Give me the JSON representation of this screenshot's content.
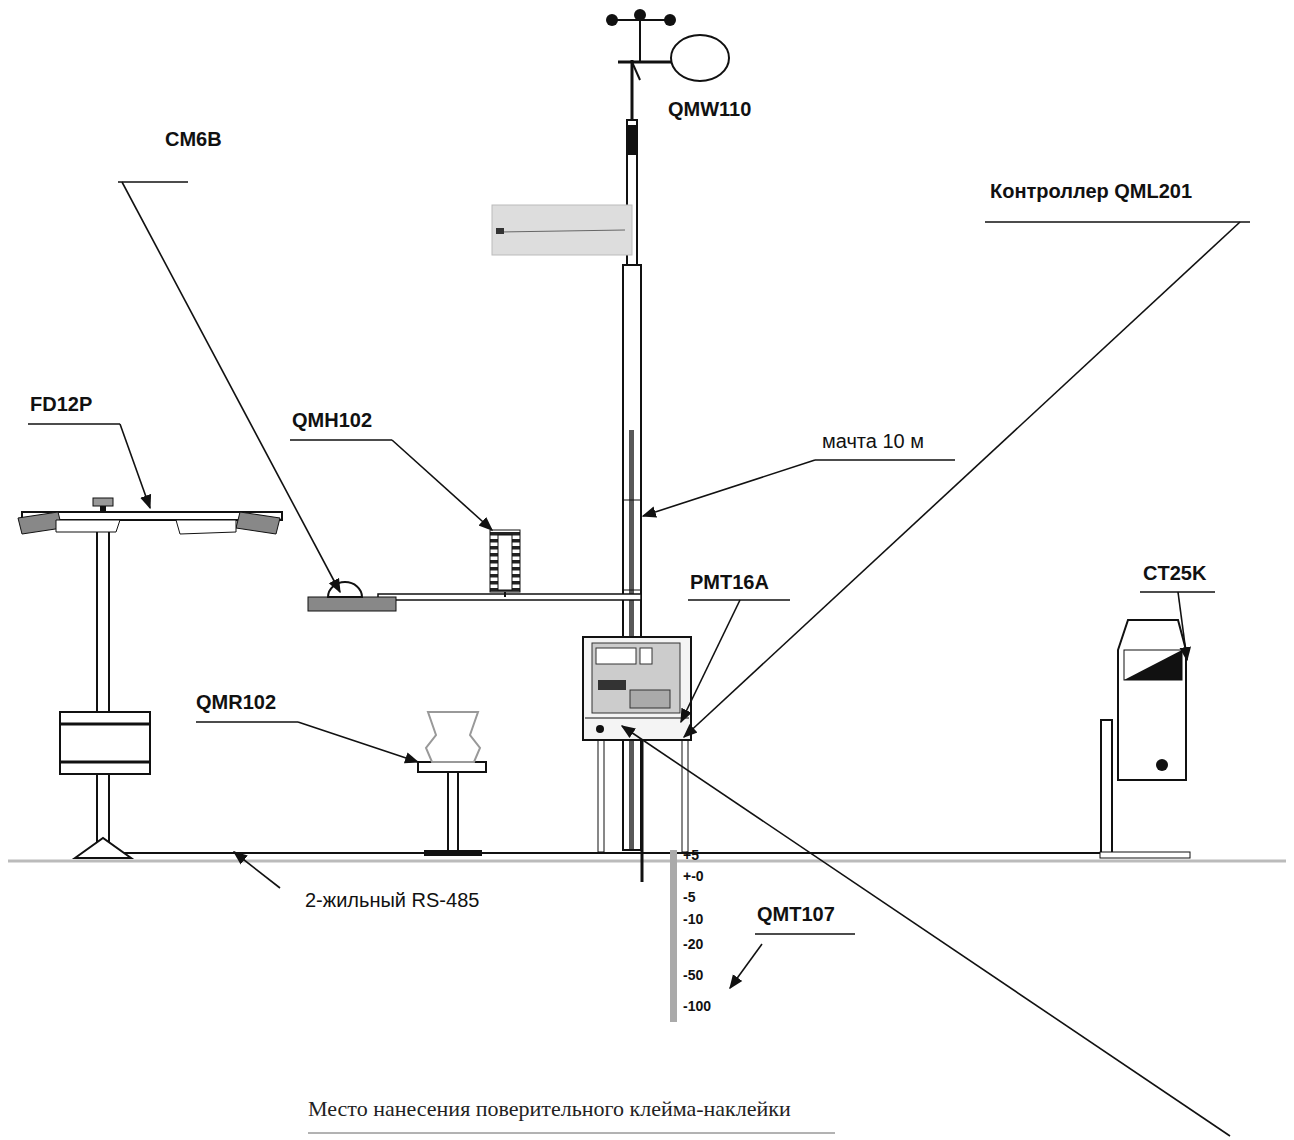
{
  "diagram": {
    "caption": "Место нанесения поверительного клейма-наклейки",
    "labels": [
      "QMW110",
      "CM6B",
      "Контроллер QML201",
      "FD12P",
      "QMH102",
      "мачта 10 м",
      "CT25K",
      "PMT16A",
      "QMR102",
      "+5",
      "+-0",
      "-5",
      "-10",
      "-20",
      "-50",
      "-100",
      "2-жильный RS-485",
      "QMT107"
    ]
  }
}
